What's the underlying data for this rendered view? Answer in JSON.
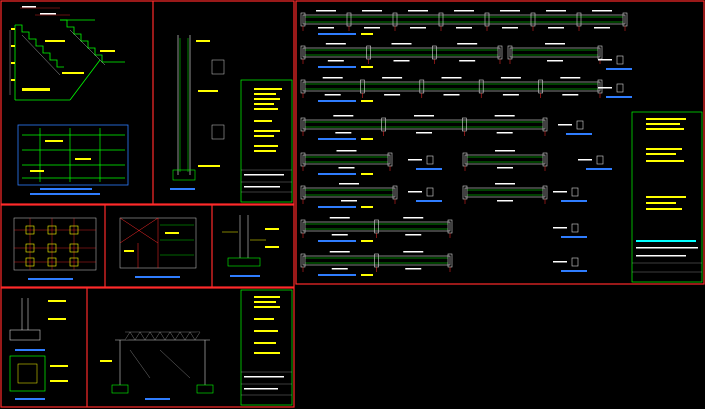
{
  "window": {
    "title": ""
  },
  "colors": {
    "background": "#000000",
    "frame": "#ff2a2a",
    "panel_green": "#00ff00",
    "dim_cyan": "#00ffff",
    "caption_blue": "#2f7dff",
    "note_yellow": "#ffff00",
    "beam_white": "#d8d8d8"
  },
  "panels": [
    {
      "id": "stair-section",
      "caption": ""
    },
    {
      "id": "column-elevation",
      "caption": ""
    },
    {
      "id": "notes-top",
      "caption": ""
    },
    {
      "id": "beam-schedule",
      "caption": ""
    },
    {
      "id": "foundation-plan",
      "caption": ""
    },
    {
      "id": "slab-plan",
      "caption": ""
    },
    {
      "id": "footing-detail",
      "caption": ""
    },
    {
      "id": "pile-cap-detail",
      "caption": ""
    },
    {
      "id": "shed-elevation",
      "caption": ""
    },
    {
      "id": "notes-bottom",
      "caption": ""
    }
  ],
  "beams": [
    {
      "row": 1
    },
    {
      "row": 2
    },
    {
      "row": 3
    },
    {
      "row": 4
    },
    {
      "row": 5
    },
    {
      "row": 6
    },
    {
      "row": 7
    },
    {
      "row": 8
    }
  ]
}
